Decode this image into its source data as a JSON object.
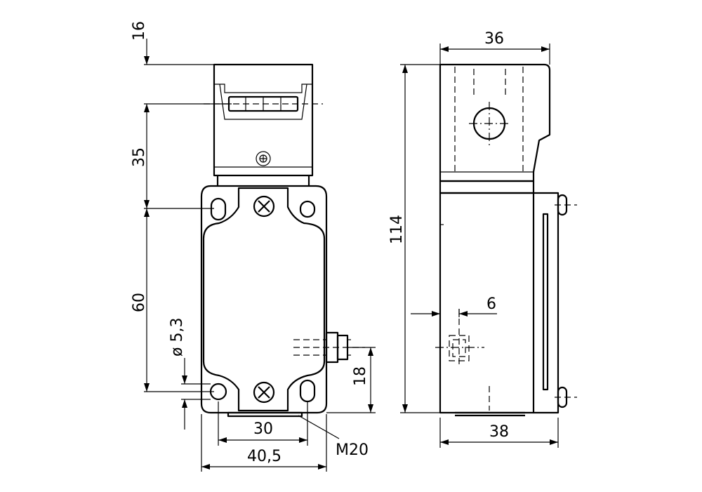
{
  "drawing": {
    "front_view": {
      "dim_head_top": "16",
      "dim_head_height": "35",
      "dim_body_holes": "60",
      "dim_hole_diameter": "ø 5,3",
      "dim_cable_entry_offset": "18",
      "dim_hole_spacing": "30",
      "dim_body_width": "40,5",
      "thread_label": "M20"
    },
    "side_view": {
      "dim_head_width": "36",
      "dim_total_height": "114",
      "dim_actuator_depth": "6",
      "dim_body_depth": "38"
    }
  }
}
